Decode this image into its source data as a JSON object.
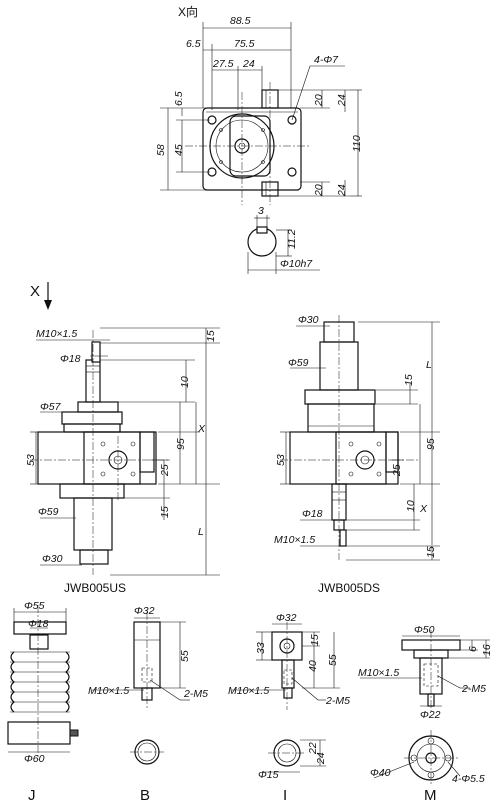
{
  "top_view": {
    "dims": [
      "X向",
      "88.5",
      "75.5",
      "6.5",
      "27.5",
      "24",
      "4-Φ7",
      "6.5",
      "58",
      "45",
      "20",
      "24",
      "110",
      "20",
      "24"
    ]
  },
  "shaft_key": {
    "dims": [
      "3",
      "11.2",
      "Φ10h7"
    ]
  },
  "left_view": {
    "arrow_label": "X",
    "dims": [
      "M10×1.5",
      "15",
      "Φ18",
      "10",
      "Φ57",
      "X",
      "95",
      "53",
      "25",
      "Φ59",
      "15",
      "L",
      "Φ30"
    ],
    "model": "JWB005US"
  },
  "right_view": {
    "dims": [
      "Φ30",
      "L",
      "Φ59",
      "15",
      "53",
      "95",
      "25",
      "10",
      "X",
      "Φ18",
      "M10×1.5",
      "15"
    ],
    "model": "JWB005DS"
  },
  "detail_J": {
    "label": "J",
    "dims": [
      "Φ55",
      "Φ18",
      "Φ60"
    ]
  },
  "detail_B": {
    "label": "B",
    "dims": [
      "Φ32",
      "55",
      "M10×1.5",
      "2-M5"
    ]
  },
  "detail_I": {
    "label": "I",
    "dims": [
      "Φ32",
      "15",
      "33",
      "40",
      "55",
      "M10×1.5",
      "2-M5",
      "22",
      "Φ15",
      "24"
    ]
  },
  "detail_M": {
    "label": "M",
    "dims": [
      "Φ50",
      "6",
      "16",
      "M10×1.5",
      "2-M5",
      "Φ22",
      "Φ40",
      "4-Φ5.5"
    ]
  }
}
